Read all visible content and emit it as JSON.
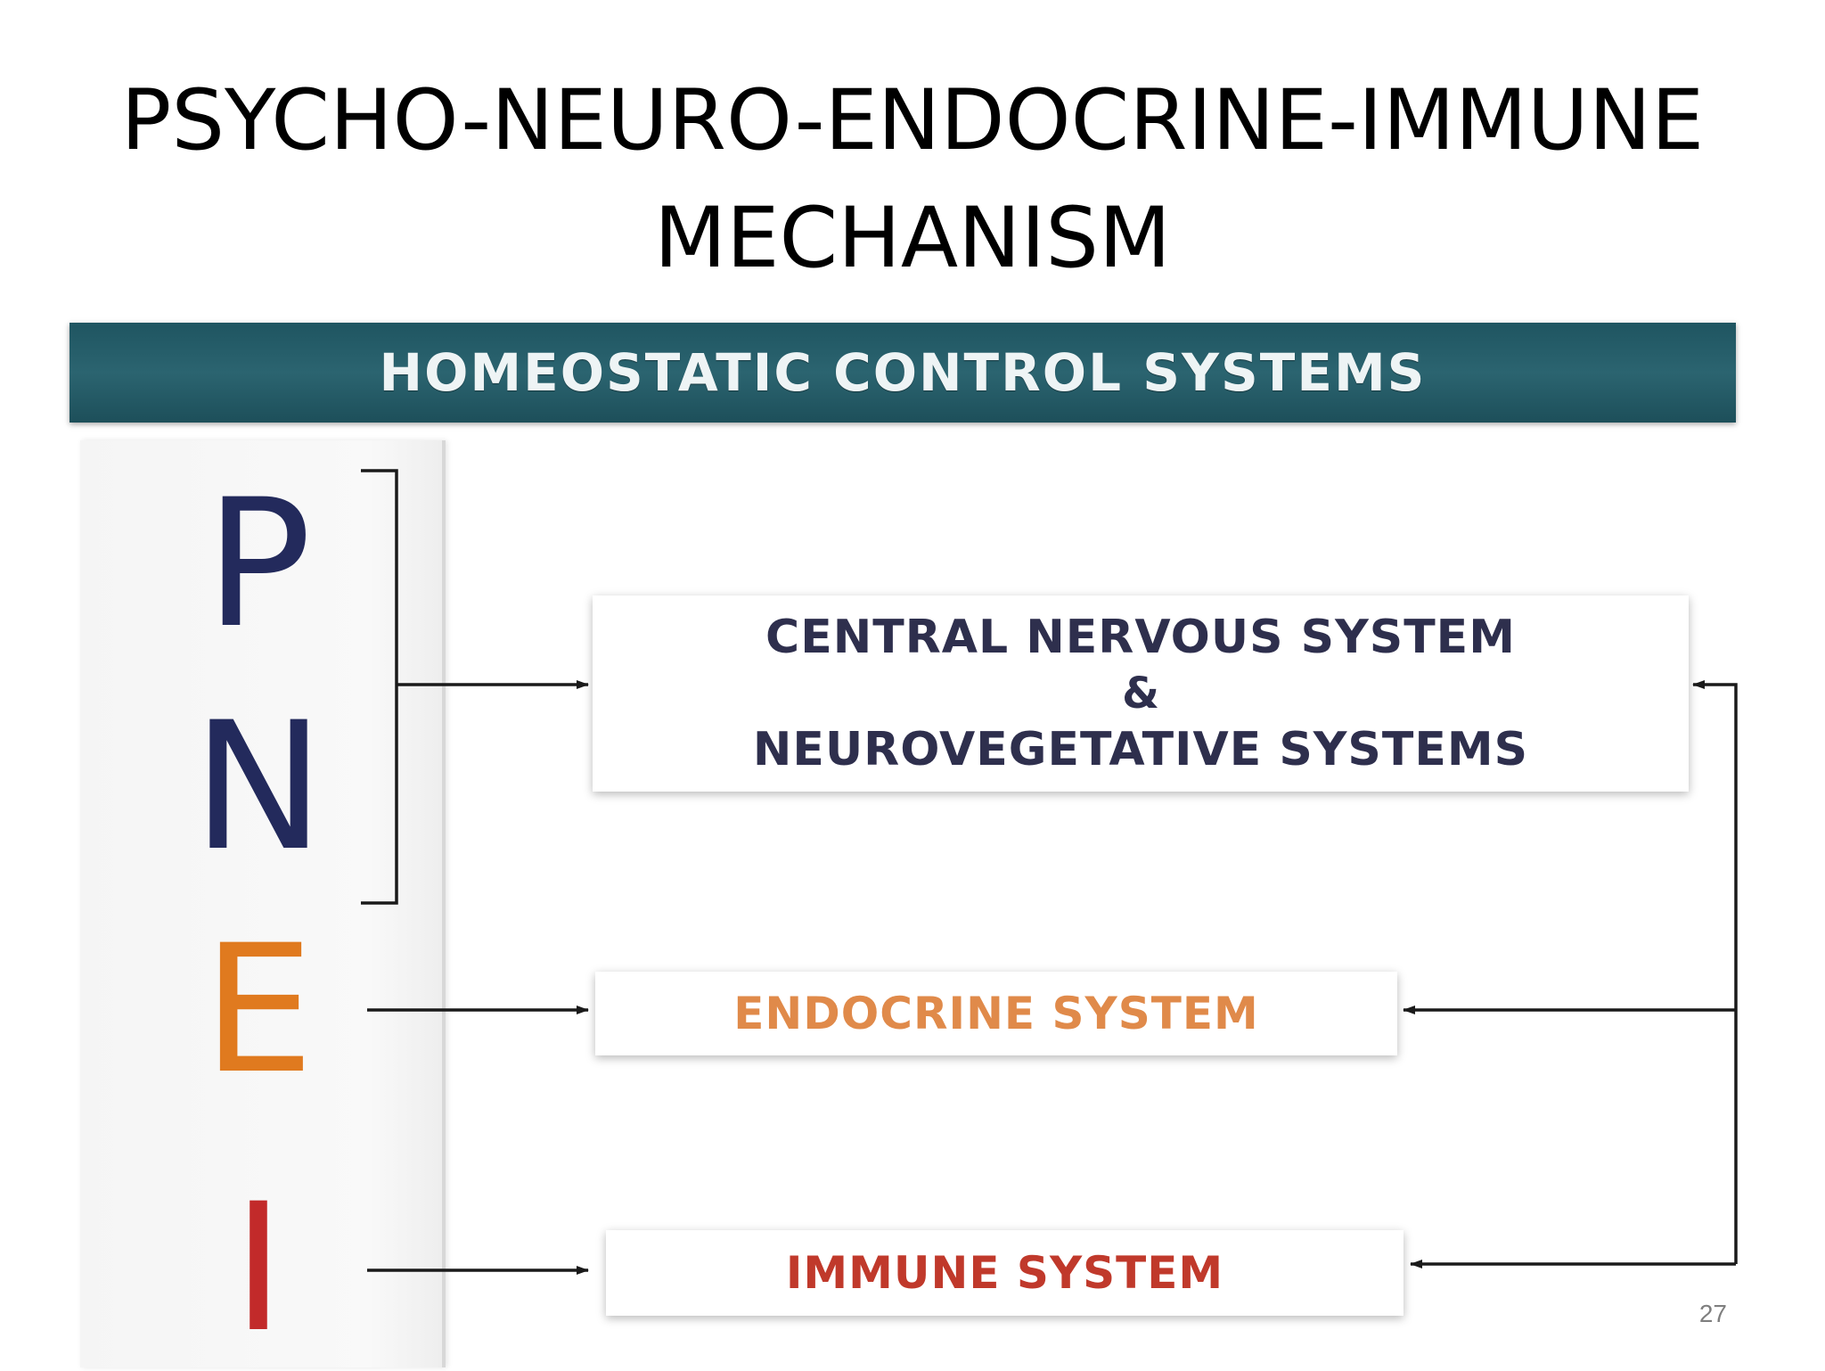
{
  "slide": {
    "title_line1": "PSYCHO-NEURO-ENDOCRINE-IMMUNE",
    "title_line2": "MECHANISM",
    "page_number": "27"
  },
  "banner": {
    "text": "HOMEOSTATIC CONTROL SYSTEMS"
  },
  "letters": [
    {
      "char": "P",
      "color": "#232a5c"
    },
    {
      "char": "N",
      "color": "#232a5c"
    },
    {
      "char": "E",
      "color": "#e07a1f"
    },
    {
      "char": "I",
      "color": "#c22a2a"
    }
  ],
  "boxes": {
    "cns": {
      "line1": "CENTRAL NERVOUS SYSTEM",
      "line2": "&",
      "line3": "NEUROVEGETATIVE SYSTEMS",
      "color": "#2e2f4d"
    },
    "endocrine": {
      "label": "ENDOCRINE SYSTEM",
      "color": "#e08a4a"
    },
    "immune": {
      "label": "IMMUNE SYSTEM",
      "color": "#c0392b"
    }
  },
  "colors": {
    "banner": "#24596a",
    "connector": "#1a1a1a"
  }
}
